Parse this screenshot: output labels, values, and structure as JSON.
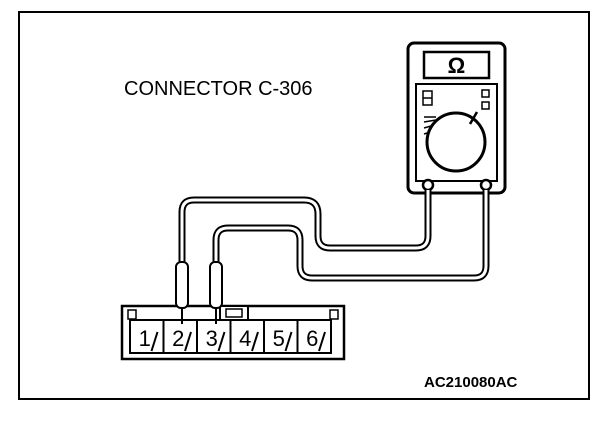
{
  "diagram": {
    "title": "CONNECTOR C-306",
    "code": "AC210080AC",
    "meter": {
      "display_symbol": "Ω",
      "icon": "ohmmeter-icon"
    },
    "connector": {
      "pins": [
        "1",
        "2",
        "3",
        "4",
        "5",
        "6"
      ],
      "probed_pins": [
        "2",
        "3"
      ]
    }
  }
}
